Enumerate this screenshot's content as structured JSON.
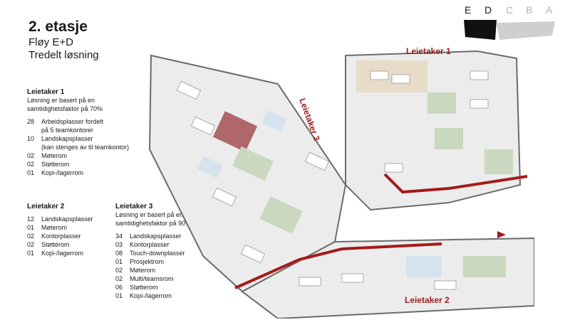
{
  "header": {
    "title": "2. etasje",
    "line1": "Fløy E+D",
    "line2": "Tredelt løsning"
  },
  "wing_letters": [
    "E",
    "D",
    "C",
    "B",
    "A"
  ],
  "tenant1": {
    "heading": "Leietaker 1",
    "note": "Løsning er basert på en samtidighetsfaktor på 70%",
    "items": [
      {
        "n": "28",
        "t": "Arbeidsplasser fordelt"
      },
      {
        "n": "",
        "t": "på 5 teamkontorer"
      },
      {
        "n": "10",
        "t": "Landskapsplasser"
      },
      {
        "n": "",
        "t": "(kan stenges av til teamkontor)"
      },
      {
        "n": "02",
        "t": "Møterom"
      },
      {
        "n": "02",
        "t": "Støtterom"
      },
      {
        "n": "01",
        "t": "Kopi-/lagerrom"
      }
    ]
  },
  "tenant2": {
    "heading": "Leietaker 2",
    "items": [
      {
        "n": "12",
        "t": "Landskapsplasser"
      },
      {
        "n": "01",
        "t": "Møterom"
      },
      {
        "n": "02",
        "t": "Kontorplasser"
      },
      {
        "n": "02",
        "t": "Støtterom"
      },
      {
        "n": "01",
        "t": "Kopi-/lagerrom"
      }
    ]
  },
  "tenant3": {
    "heading": "Leietaker 3",
    "note": "Løsning er basert på en samtidighetsfaktor på 90%",
    "items": [
      {
        "n": "34",
        "t": "Landskapsplasser"
      },
      {
        "n": "03",
        "t": "Kontorplasser"
      },
      {
        "n": "08",
        "t": "Touch-downplasser"
      },
      {
        "n": "01",
        "t": "Prosjektrom"
      },
      {
        "n": "02",
        "t": "Møterom"
      },
      {
        "n": "02",
        "t": "Multi/teamsrom"
      },
      {
        "n": "06",
        "t": "Støtterom"
      },
      {
        "n": "01",
        "t": "Kopi-/lagerrom"
      }
    ]
  },
  "plan_labels": {
    "t1": "Leietaker 1",
    "t2": "Leietaker 2",
    "t3": "Leietaker 3"
  },
  "colors": {
    "divider": "#a31b1b",
    "label": "#9b1c1c",
    "meeting": "#c9d8bf",
    "project": "#a8595c",
    "office": "#d6e3ee",
    "floor": "#ececec",
    "wall": "#6b6b6b"
  }
}
